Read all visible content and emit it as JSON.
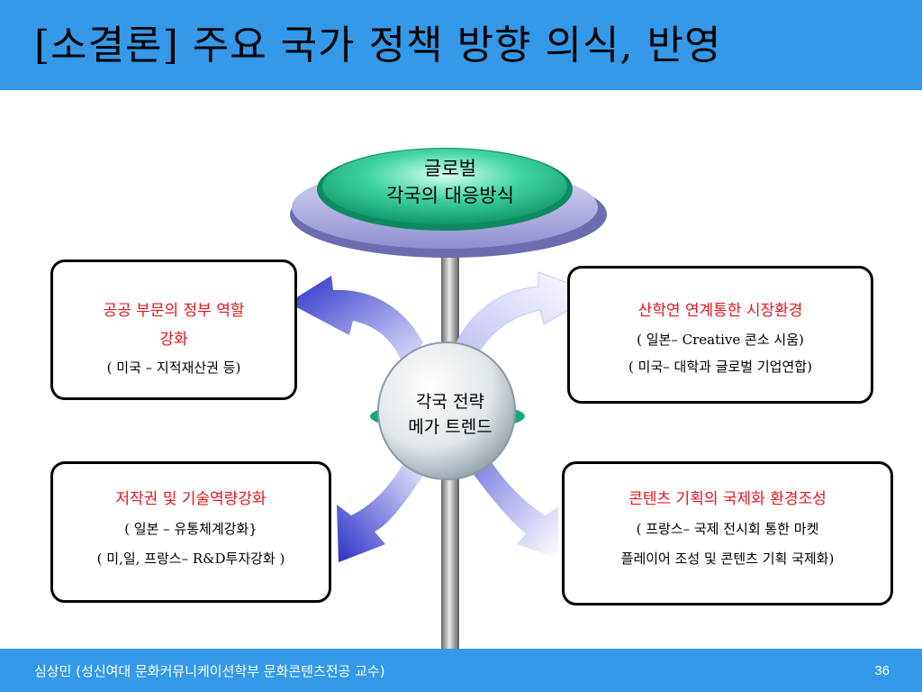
{
  "title": "[소결론] 주요 국가 정책 방향 의식, 반영",
  "center_top": {
    "line1": "글로벌",
    "line2": "각국의 대응방식"
  },
  "center_mid": {
    "line1": "각국 전략",
    "line2": "메가 트렌드"
  },
  "boxes": {
    "top_left": {
      "title_line1": "공공 부문의 정부 역할",
      "title_line2": "강화",
      "sub1": "( 미국 – 지적재산권 등)"
    },
    "top_right": {
      "title": "산학연 연계통한 시장환경",
      "sub1": "( 일본– Creative 콘소 시움)",
      "sub2": "( 미국– 대학과 글로벌 기업연합)"
    },
    "bottom_left": {
      "title": "저작권 및 기술역량강화",
      "sub1": "( 일본 – 유통체계강화}",
      "sub2": "( 미,일, 프랑스– R&D투자강화 )"
    },
    "bottom_right": {
      "title": "콘텐츠 기획의 국제화 환경조성",
      "sub1": "( 프랑스– 국제 전시회 통한  마켓",
      "sub2": "플레이어 조성 및 콘텐츠  기획 국제화)"
    }
  },
  "footer": {
    "text": "심상민 (성신여대 문화커뮤니케이션학부 문화콘텐츠전공 교수)",
    "page": "36"
  },
  "colors": {
    "header_bg": "#3399e8",
    "accent_red": "#e8141b",
    "ellipse_green": "#1fb98a",
    "ellipse_lavender": "#b6b6e8",
    "arrow_blue": "#3a3fcc"
  }
}
